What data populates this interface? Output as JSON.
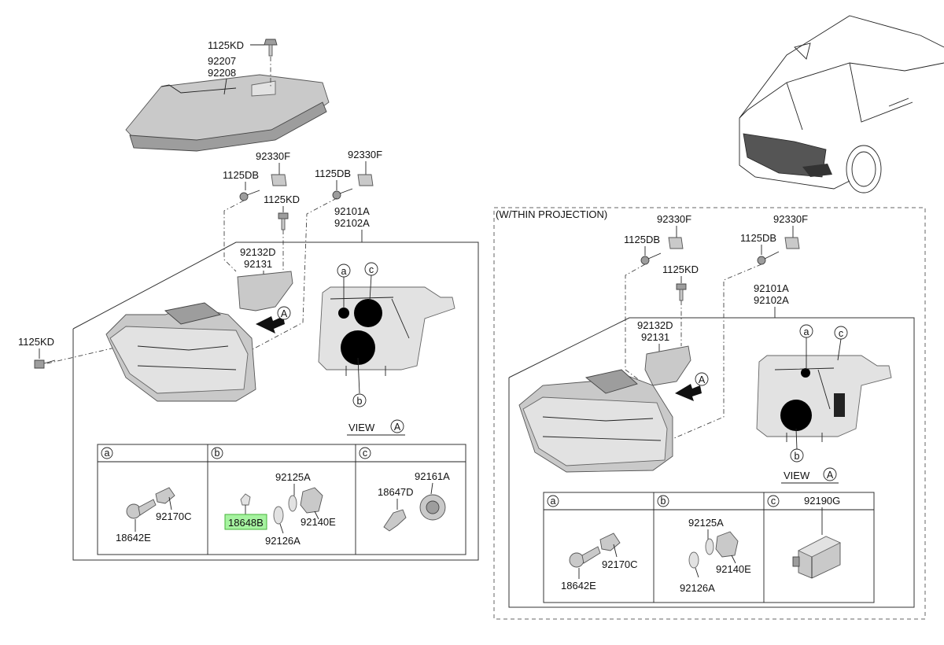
{
  "left": {
    "top_labels": {
      "bolt_top": "1125KD",
      "drl_lamp_1": "92207",
      "drl_lamp_2": "92208",
      "cover_l": "92330F",
      "cover_r": "92330F",
      "screw_l": "1125DB",
      "screw_r": "1125DB",
      "bolt_mid": "1125KD",
      "headlamp_1": "92101A",
      "headlamp_2": "92102A",
      "bolt_left": "1125KD",
      "bracket_1": "92132D",
      "bracket_2": "92131"
    },
    "view": {
      "label": "VIEW",
      "marker": "A",
      "callout_a": "a",
      "callout_b": "b",
      "callout_c": "c",
      "arrow_marker": "A"
    },
    "table": {
      "headers": [
        "a",
        "b",
        "c"
      ],
      "cell_a": {
        "bulb": "18642E",
        "socket": "92170C"
      },
      "cell_b": {
        "bulb_highlighted": "18648B",
        "seal": "92125A",
        "socket": "92140E",
        "ring": "92126A"
      },
      "cell_c": {
        "bulb": "18647D",
        "cap": "92161A"
      }
    }
  },
  "right": {
    "section_title": "(W/THIN PROJECTION)",
    "labels": {
      "cover_l": "92330F",
      "cover_r": "92330F",
      "screw_l": "1125DB",
      "screw_r": "1125DB",
      "bolt": "1125KD",
      "headlamp_1": "92101A",
      "headlamp_2": "92102A",
      "bracket_1": "92132D",
      "bracket_2": "92131"
    },
    "view": {
      "label": "VIEW",
      "marker": "A",
      "callout_a": "a",
      "callout_b": "b",
      "callout_c": "c",
      "arrow_marker": "A"
    },
    "table": {
      "headers": [
        "a",
        "b",
        "c"
      ],
      "cell_a": {
        "bulb": "18642E",
        "socket": "92170C"
      },
      "cell_b": {
        "seal": "92125A",
        "socket": "92140E",
        "ring": "92126A"
      },
      "cell_c": {
        "module": "92190G"
      }
    }
  },
  "colors": {
    "highlight_fill": "#a6f3a0",
    "highlight_stroke": "#46b33a",
    "part_gray": "#c9c9c9"
  }
}
